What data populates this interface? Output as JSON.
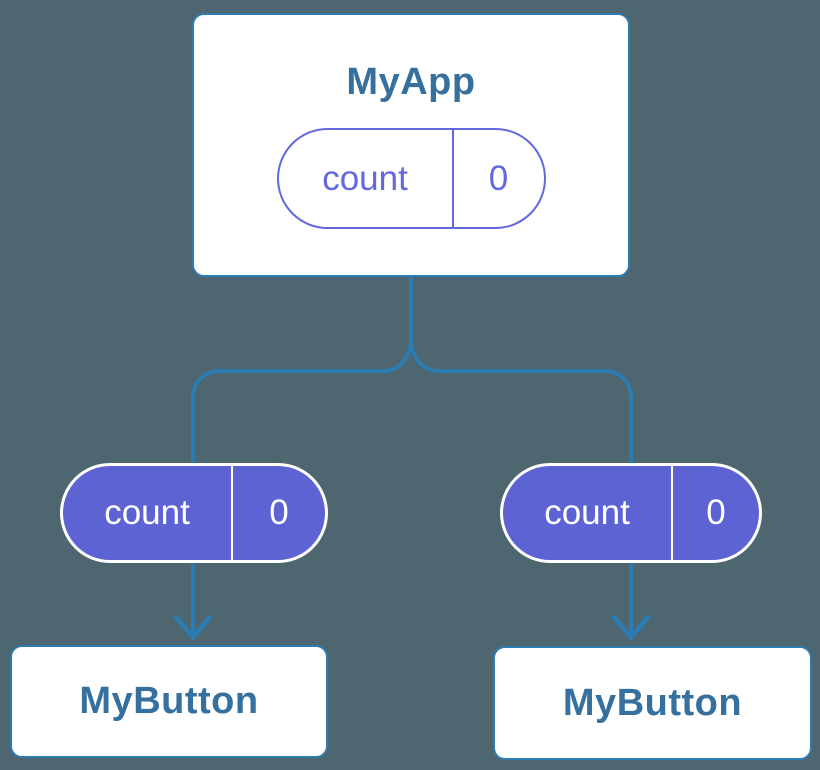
{
  "diagram": {
    "description": "Component tree showing shared state lifted to parent",
    "root": {
      "title": "MyApp",
      "state": {
        "label": "count",
        "value": "0"
      }
    },
    "children": [
      {
        "title": "MyButton",
        "state": {
          "label": "count",
          "value": "0"
        }
      },
      {
        "title": "MyButton",
        "state": {
          "label": "count",
          "value": "0"
        }
      }
    ],
    "colors": {
      "background": "#4d6670",
      "connector": "#2d7cb1",
      "card_background": "#ffffff",
      "card_border": "#2d7cb1",
      "title_text": "#35709e",
      "pill_fill_purple": "#5e63d4",
      "pill_outline_purple": "#6368dd",
      "pill_filled_text": "#ffffff"
    }
  }
}
